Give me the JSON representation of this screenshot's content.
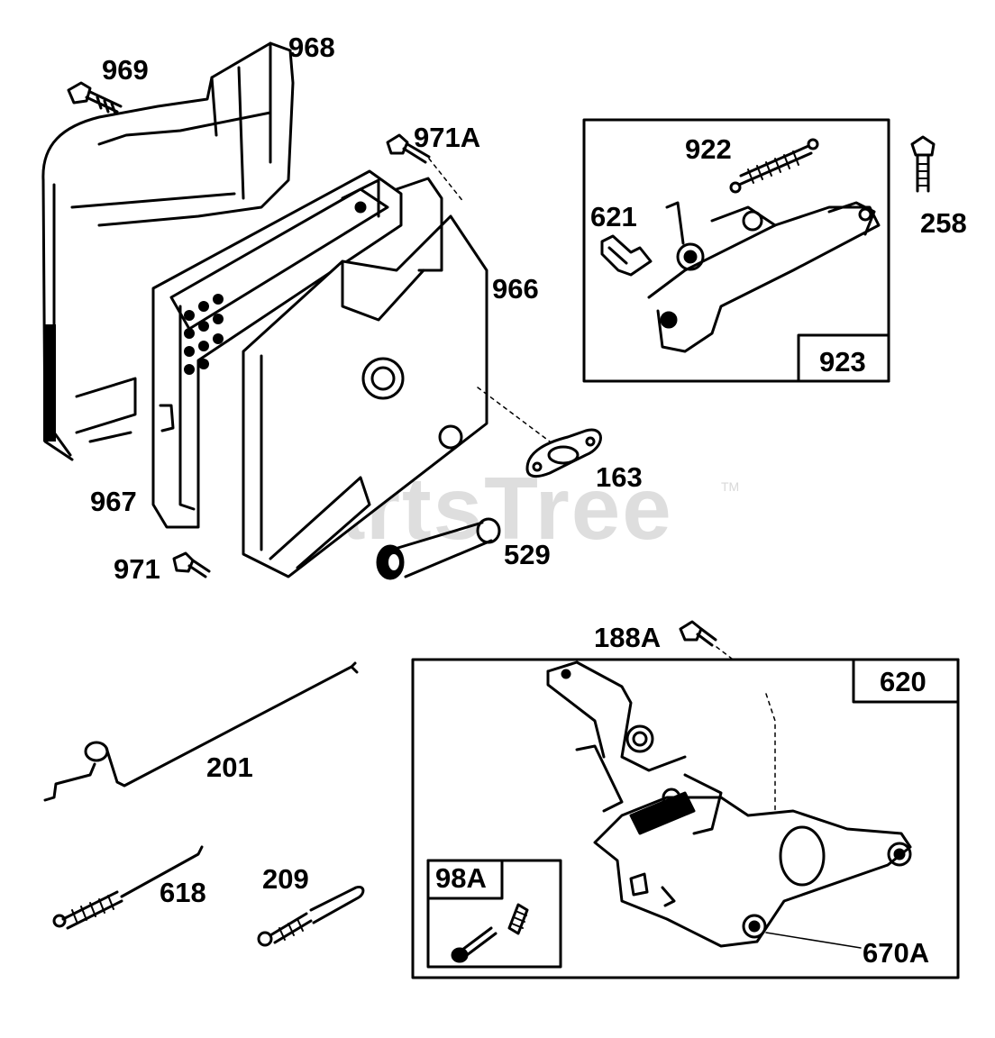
{
  "parts": {
    "p969": "969",
    "p968": "968",
    "p971A": "971A",
    "p922": "922",
    "p621": "621",
    "p258": "258",
    "p966": "966",
    "p923": "923",
    "p163": "163",
    "p967": "967",
    "p529": "529",
    "p971": "971",
    "p188A": "188A",
    "p620": "620",
    "p201": "201",
    "p618": "618",
    "p209": "209",
    "p98A": "98A",
    "p670A": "670A"
  },
  "watermark": {
    "text": "PartsTree",
    "tm": "TM"
  },
  "colors": {
    "line": "#000000",
    "watermark": "#c9c9c9",
    "background": "#ffffff"
  }
}
